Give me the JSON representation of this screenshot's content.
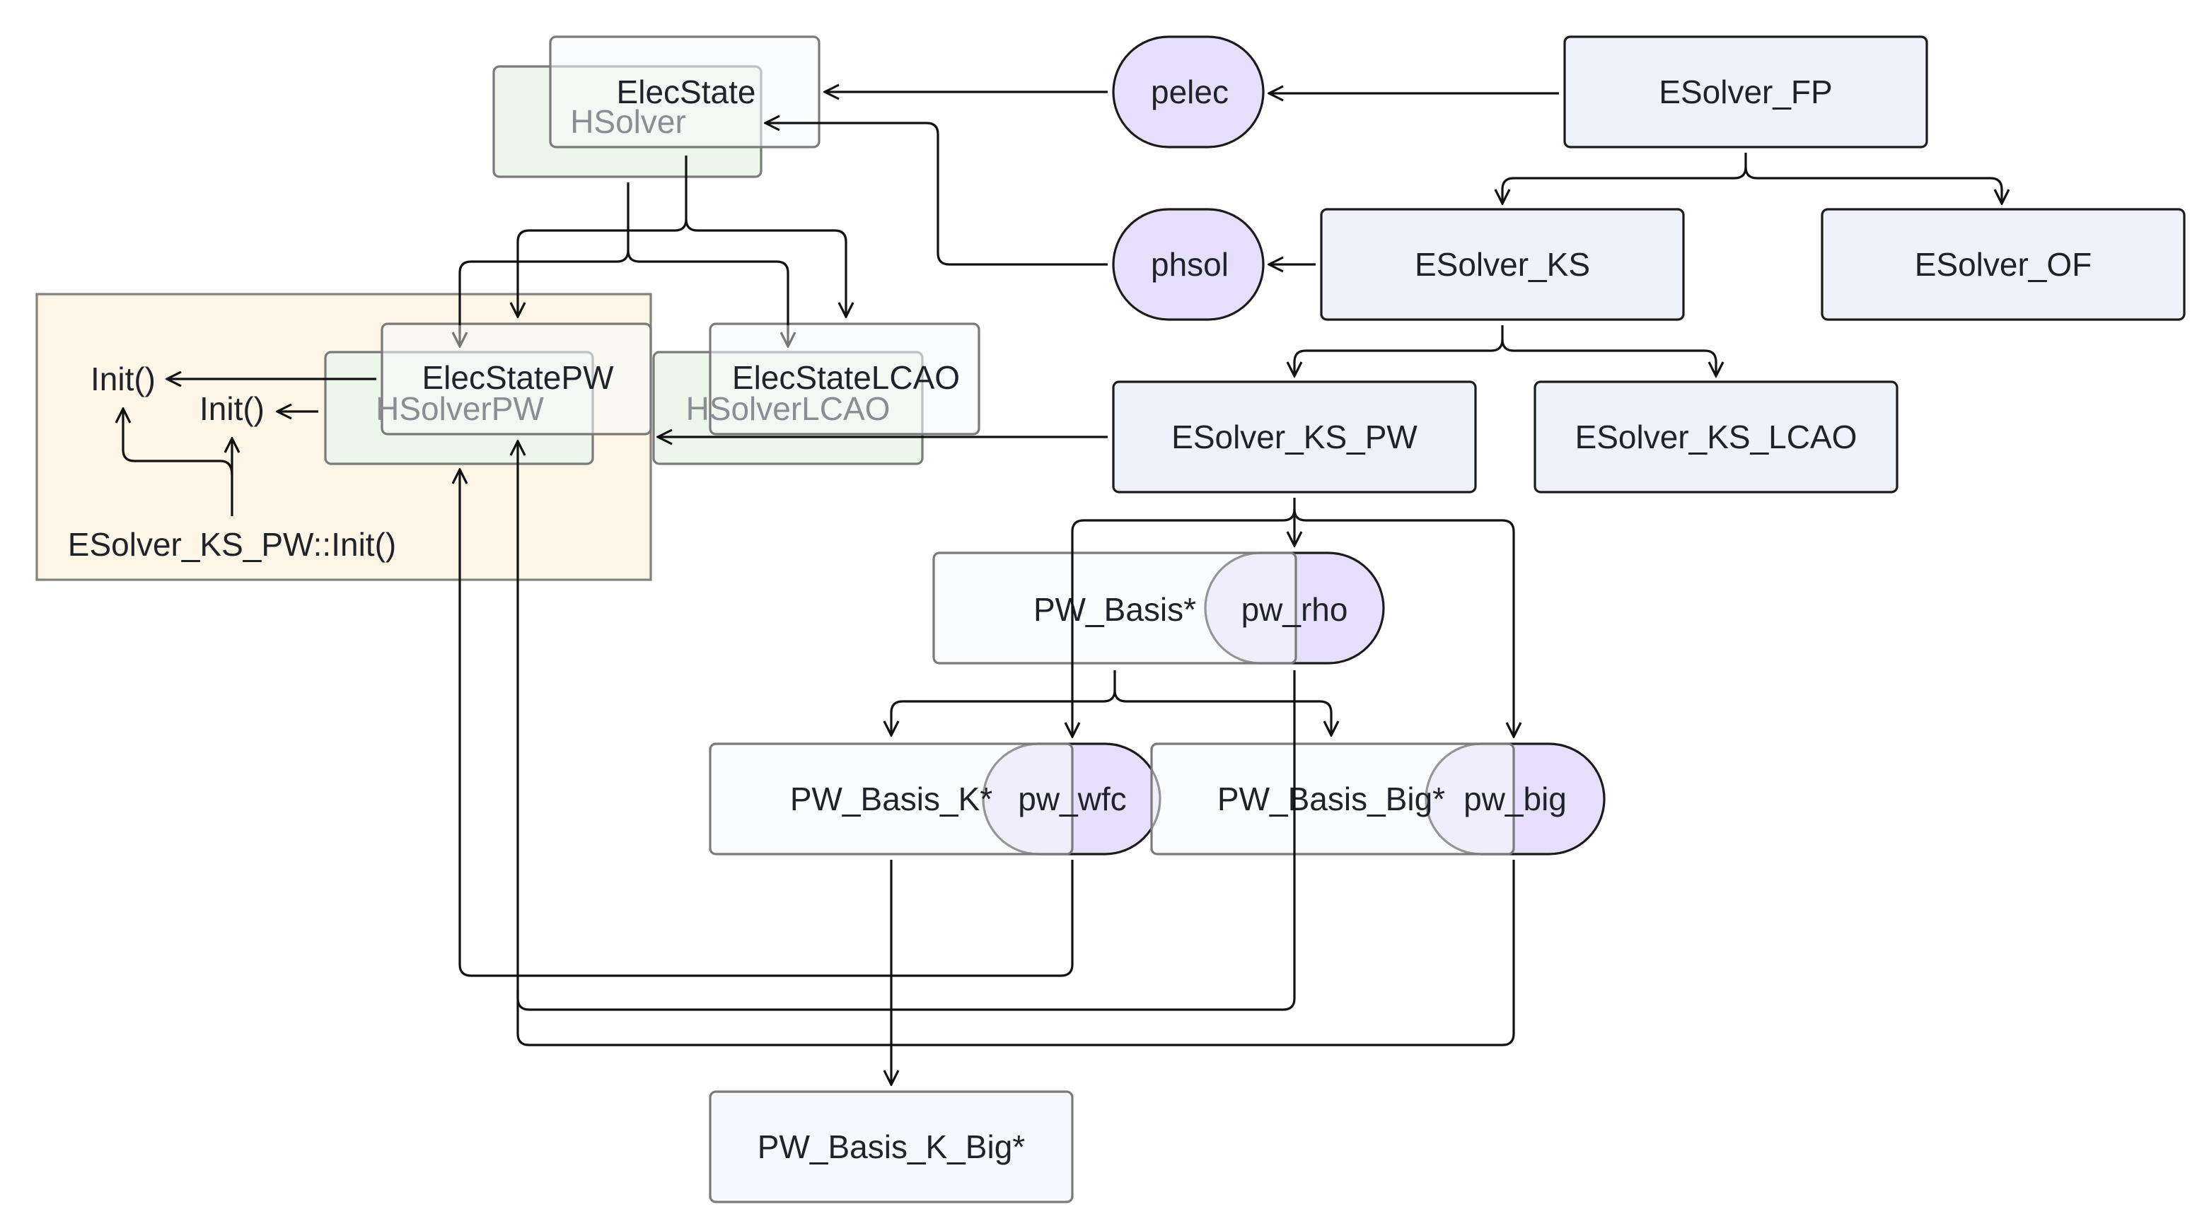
{
  "diagram": {
    "nodes": {
      "elecstate": "ElecState",
      "hsolver": "HSolver",
      "pelec": "pelec",
      "esolver_fp": "ESolver_FP",
      "phsol": "phsol",
      "esolver_ks": "ESolver_KS",
      "esolver_of": "ESolver_OF",
      "elecstate_pw": "ElecStatePW",
      "hsolver_pw": "HSolverPW",
      "elecstate_lcao": "ElecStateLCAO",
      "hsolver_lcao": "HSolverLCAO",
      "esolver_ks_pw": "ESolver_KS_PW",
      "esolver_ks_lcao": "ESolver_KS_LCAO",
      "pw_basis": "PW_Basis*",
      "pw_rho": "pw_rho",
      "pw_basis_k": "PW_Basis_K*",
      "pw_wfc": "pw_wfc",
      "pw_basis_big": "PW_Basis_Big*",
      "pw_big": "pw_big",
      "pw_basis_k_big": "PW_Basis_K_Big*"
    },
    "group": {
      "init_outer": "Init()",
      "init_inner": "Init()",
      "caller": "ESolver_KS_PW::Init()"
    },
    "colors": {
      "node_fill": "#eef2fc",
      "pill_fill": "#e6dffc",
      "hsolver_fill": "#edf6ea",
      "group_fill": "#fdf6e6"
    }
  }
}
